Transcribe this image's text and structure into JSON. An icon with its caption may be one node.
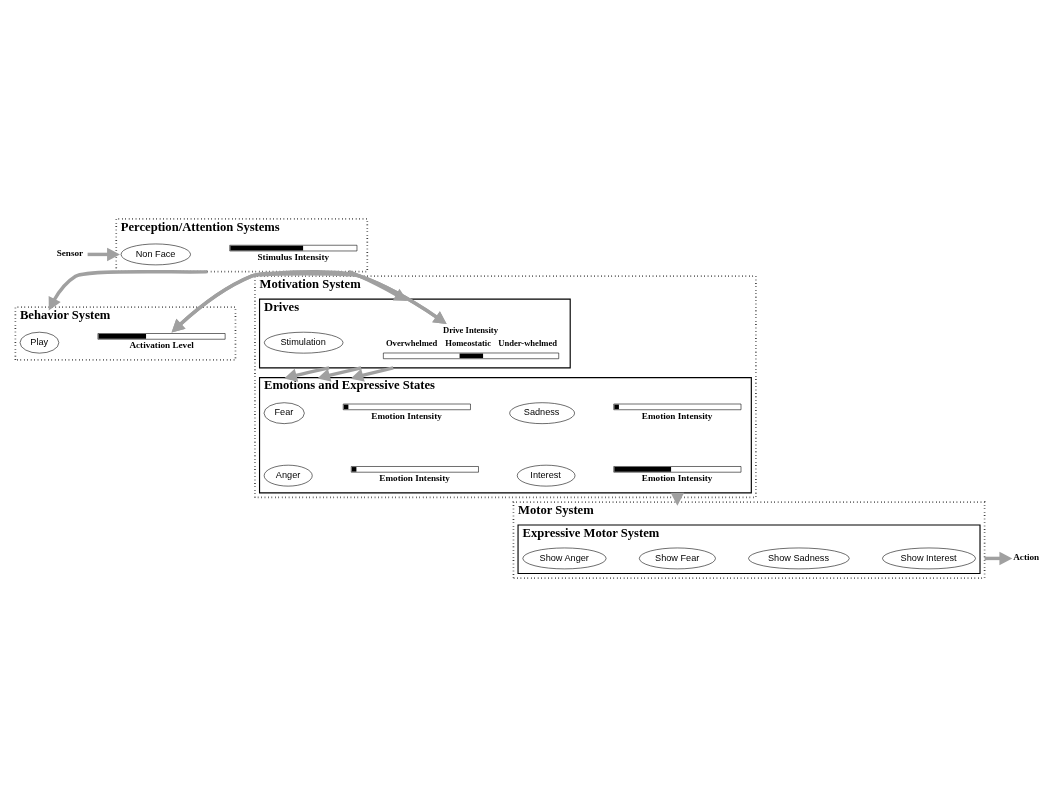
{
  "diagram": {
    "nodes": [
      {
        "text": [
          "Perception/Attention Systems"
        ]
      },
      {
        "text": [
          "Non Face"
        ],
        "in": 0
      },
      {
        "text": [
          "Stimulus Intensity"
        ],
        "in": 0
      },
      {
        "text": [
          "Behavior System"
        ]
      },
      {
        "text": [
          "Play"
        ],
        "in": 3
      },
      {
        "text": [
          "Activation Level"
        ],
        "in": 3
      },
      {
        "text": [
          "Motivation System"
        ]
      },
      {
        "text": [
          "Drives"
        ],
        "in": 6
      },
      {
        "text": [
          "Stimulation"
        ],
        "in": 7
      },
      {
        "text": [
          "Drive Intensity",
          "Overwhelmed",
          "Homeostatic",
          "Under-whelmed"
        ],
        "in": 7
      },
      {
        "text": [
          "Emotions and Expressive States"
        ],
        "in": 6
      },
      {
        "text": [
          "Fear"
        ],
        "in": 10
      },
      {
        "text": [
          "Emotion Intensity"
        ],
        "in": 10
      },
      {
        "text": [
          "Sadness"
        ],
        "in": 10
      },
      {
        "text": [
          "Emotion Intensity"
        ],
        "in": 10
      },
      {
        "text": [
          "Anger"
        ],
        "in": 10
      },
      {
        "text": [
          "Emotion Intensity"
        ],
        "in": 10
      },
      {
        "text": [
          "Interest"
        ],
        "in": 10
      },
      {
        "text": [
          "Emotion Intensity"
        ],
        "in": 10
      },
      {
        "text": [
          "Motor System"
        ]
      },
      {
        "text": [
          "Expressive Motor System"
        ],
        "in": 19
      },
      {
        "text": [
          "Show Anger"
        ],
        "in": 20
      },
      {
        "text": [
          "Show Fear"
        ],
        "in": 20
      },
      {
        "text": [
          "Show Sadness"
        ],
        "in": 20
      },
      {
        "text": [
          "Show Interest"
        ],
        "in": 20
      },
      {
        "text": [
          "Sensor"
        ]
      },
      {
        "text": [
          "Action"
        ]
      }
    ],
    "edges": [
      {
        "from": 25,
        "to": 0,
        "arrow": "to"
      },
      {
        "from": 0,
        "to": 3,
        "arrow": "to"
      },
      {
        "from": 0,
        "to": 7,
        "arrow": "to"
      },
      {
        "from": 3,
        "to": 7,
        "arrow": "both"
      },
      {
        "from": 7,
        "to": 10,
        "arrow": "to"
      },
      {
        "from": 7,
        "to": 10,
        "arrow": "to"
      },
      {
        "from": 7,
        "to": 10,
        "arrow": "to"
      },
      {
        "from": 6,
        "to": 19,
        "arrow": "to"
      },
      {
        "from": 19,
        "to": 26,
        "arrow": "to"
      }
    ]
  }
}
